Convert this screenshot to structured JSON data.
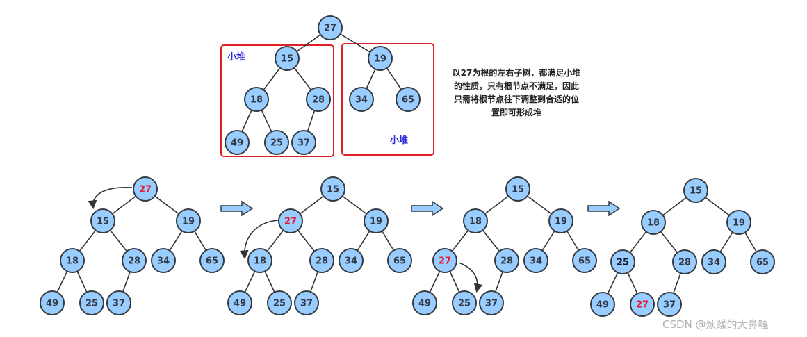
{
  "title": "Heap sift-down (adjust down) illustration",
  "colors": {
    "node_fill": "#99ccff",
    "node_stroke": "#333a40",
    "highlight_text": "#e8192c",
    "box_stroke": "#e01e26",
    "box_label": "#2a26e0"
  },
  "top_tree": {
    "nodes": [
      "27",
      "15",
      "19",
      "18",
      "28",
      "34",
      "65",
      "49",
      "25",
      "37"
    ],
    "left_box_label": "小堆",
    "right_box_label": "小堆"
  },
  "note": "以27为根的左右子树，都满足小堆的性质，只有根节点不满足，因此只需将根节点往下调整到合适的位置即可形成堆",
  "steps": [
    {
      "nodes": [
        "27",
        "15",
        "19",
        "18",
        "28",
        "34",
        "65",
        "49",
        "25",
        "37"
      ],
      "highlight_index": 0,
      "swap_arrow": "27 → 15"
    },
    {
      "nodes": [
        "15",
        "27",
        "19",
        "18",
        "28",
        "34",
        "65",
        "49",
        "25",
        "37"
      ],
      "highlight_index": 1,
      "swap_arrow": "27 → 18"
    },
    {
      "nodes": [
        "15",
        "18",
        "19",
        "27",
        "28",
        "34",
        "65",
        "49",
        "25",
        "37"
      ],
      "highlight_index": 3,
      "swap_arrow": "27 → 25"
    },
    {
      "nodes": [
        "15",
        "18",
        "19",
        "25",
        "28",
        "34",
        "65",
        "49",
        "27",
        "37"
      ],
      "highlight_index": 8,
      "swap_arrow": null
    }
  ],
  "step_arrows": [
    "next-step",
    "next-step",
    "next-step"
  ],
  "watermark": "CSDN @烦躁的大鼻嘎"
}
